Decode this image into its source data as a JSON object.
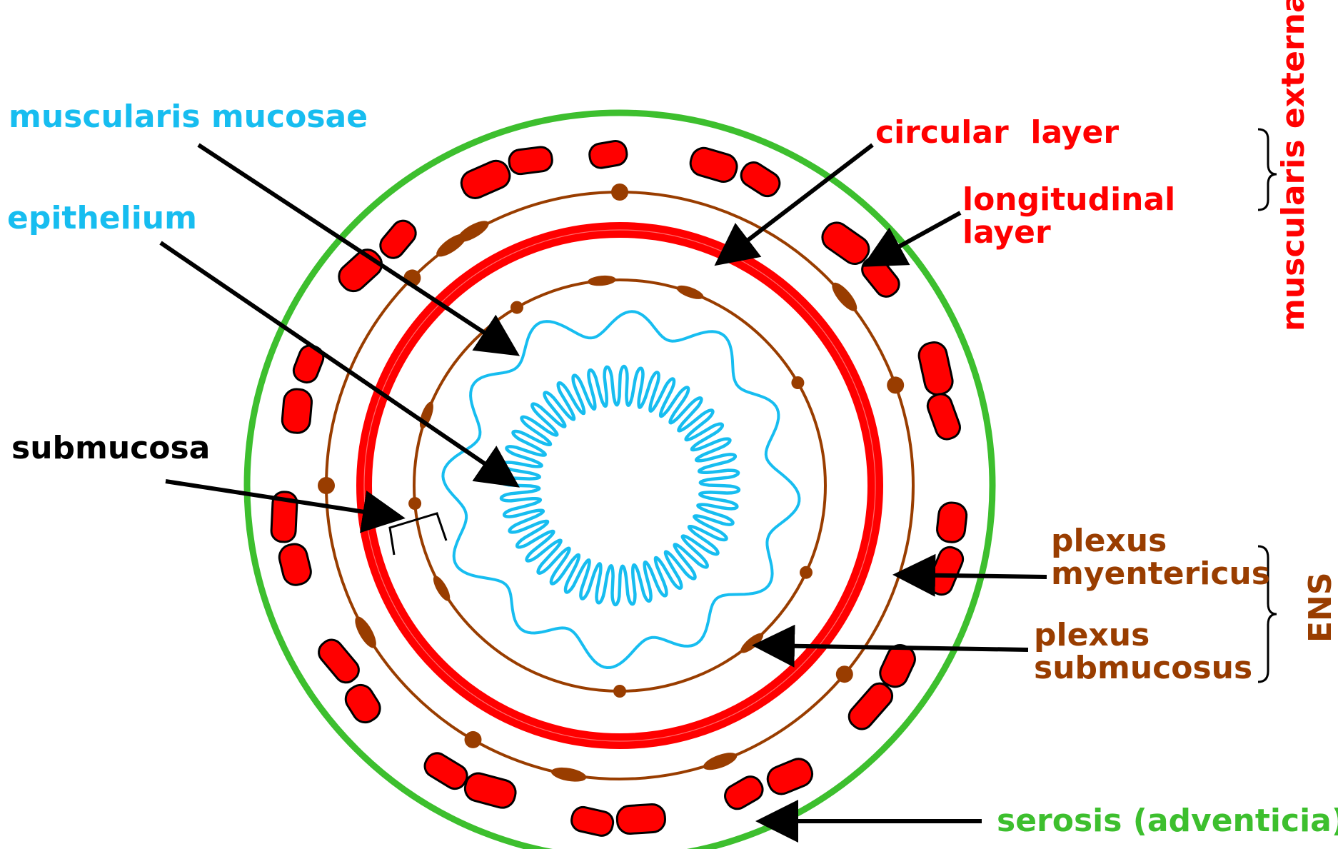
{
  "colors": {
    "blue": "#17bdf0",
    "red": "#ff0000",
    "brown": "#993d00",
    "green": "#3dbf2e",
    "black": "#000000"
  },
  "labels": {
    "muscularis_mucosae": "muscularis mucosae",
    "epithelium": "epithelium",
    "submucosa": "submucosa",
    "circular_layer": "circular  layer",
    "longitudinal_line1": "longitudinal",
    "longitudinal_line2": "layer",
    "muscularis_externa": "muscularis externa",
    "plexus_myentericus_line1": "plexus",
    "plexus_myentericus_line2": "myentericus",
    "plexus_submucosus_line1": "plexus",
    "plexus_submucosus_line2": "submucosus",
    "ens": "ENS",
    "serosis": "serosis (adventicia)"
  }
}
